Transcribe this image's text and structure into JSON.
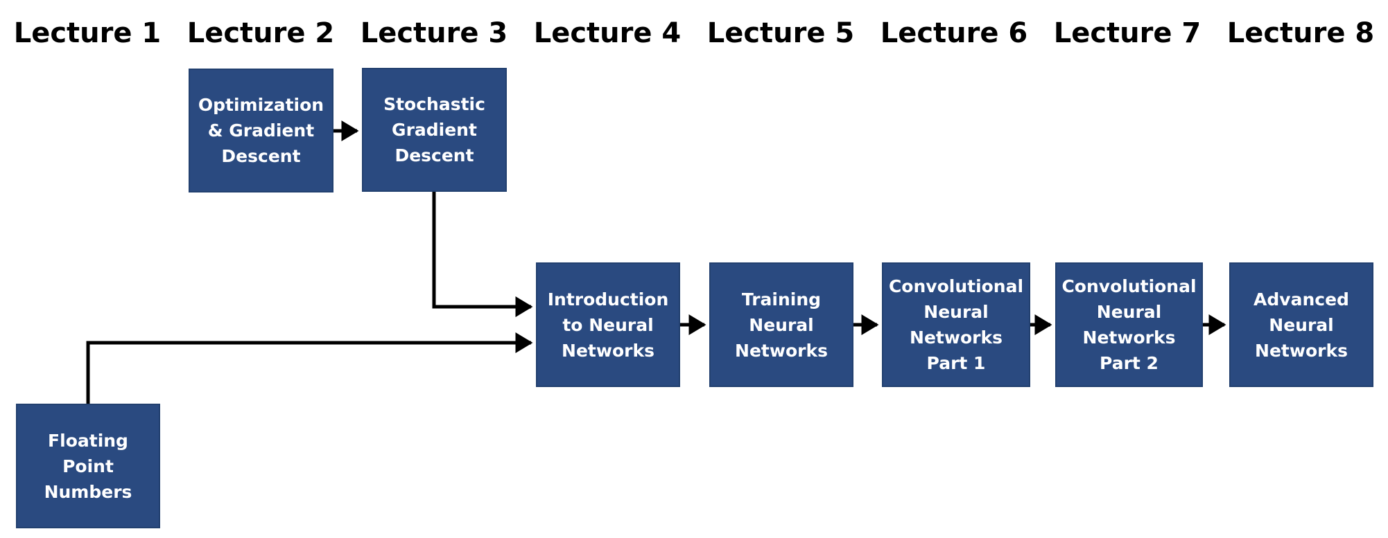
{
  "lectures": [
    "Lecture 1",
    "Lecture 2",
    "Lecture 3",
    "Lecture 4",
    "Lecture 5",
    "Lecture 6",
    "Lecture 7",
    "Lecture 8"
  ],
  "nodes": {
    "floating_point": {
      "lines": [
        "Floating",
        "Point",
        "Numbers"
      ]
    },
    "optimization": {
      "lines": [
        "Optimization",
        "& Gradient",
        "Descent"
      ]
    },
    "sgd": {
      "lines": [
        "Stochastic",
        "Gradient",
        "Descent"
      ]
    },
    "intro_nn": {
      "lines": [
        "Introduction",
        "to Neural",
        "Networks"
      ]
    },
    "training_nn": {
      "lines": [
        "Training",
        "Neural",
        "Networks"
      ]
    },
    "cnn1": {
      "lines": [
        "Convolutional",
        "Neural",
        "Networks",
        "Part 1"
      ]
    },
    "cnn2": {
      "lines": [
        "Convolutional",
        "Neural",
        "Networks",
        "Part 2"
      ]
    },
    "advanced_nn": {
      "lines": [
        "Advanced",
        "Neural",
        "Networks"
      ]
    }
  },
  "colors": {
    "node_fill": "#2a4a80",
    "node_text": "#ffffff",
    "arrow": "#000000"
  }
}
